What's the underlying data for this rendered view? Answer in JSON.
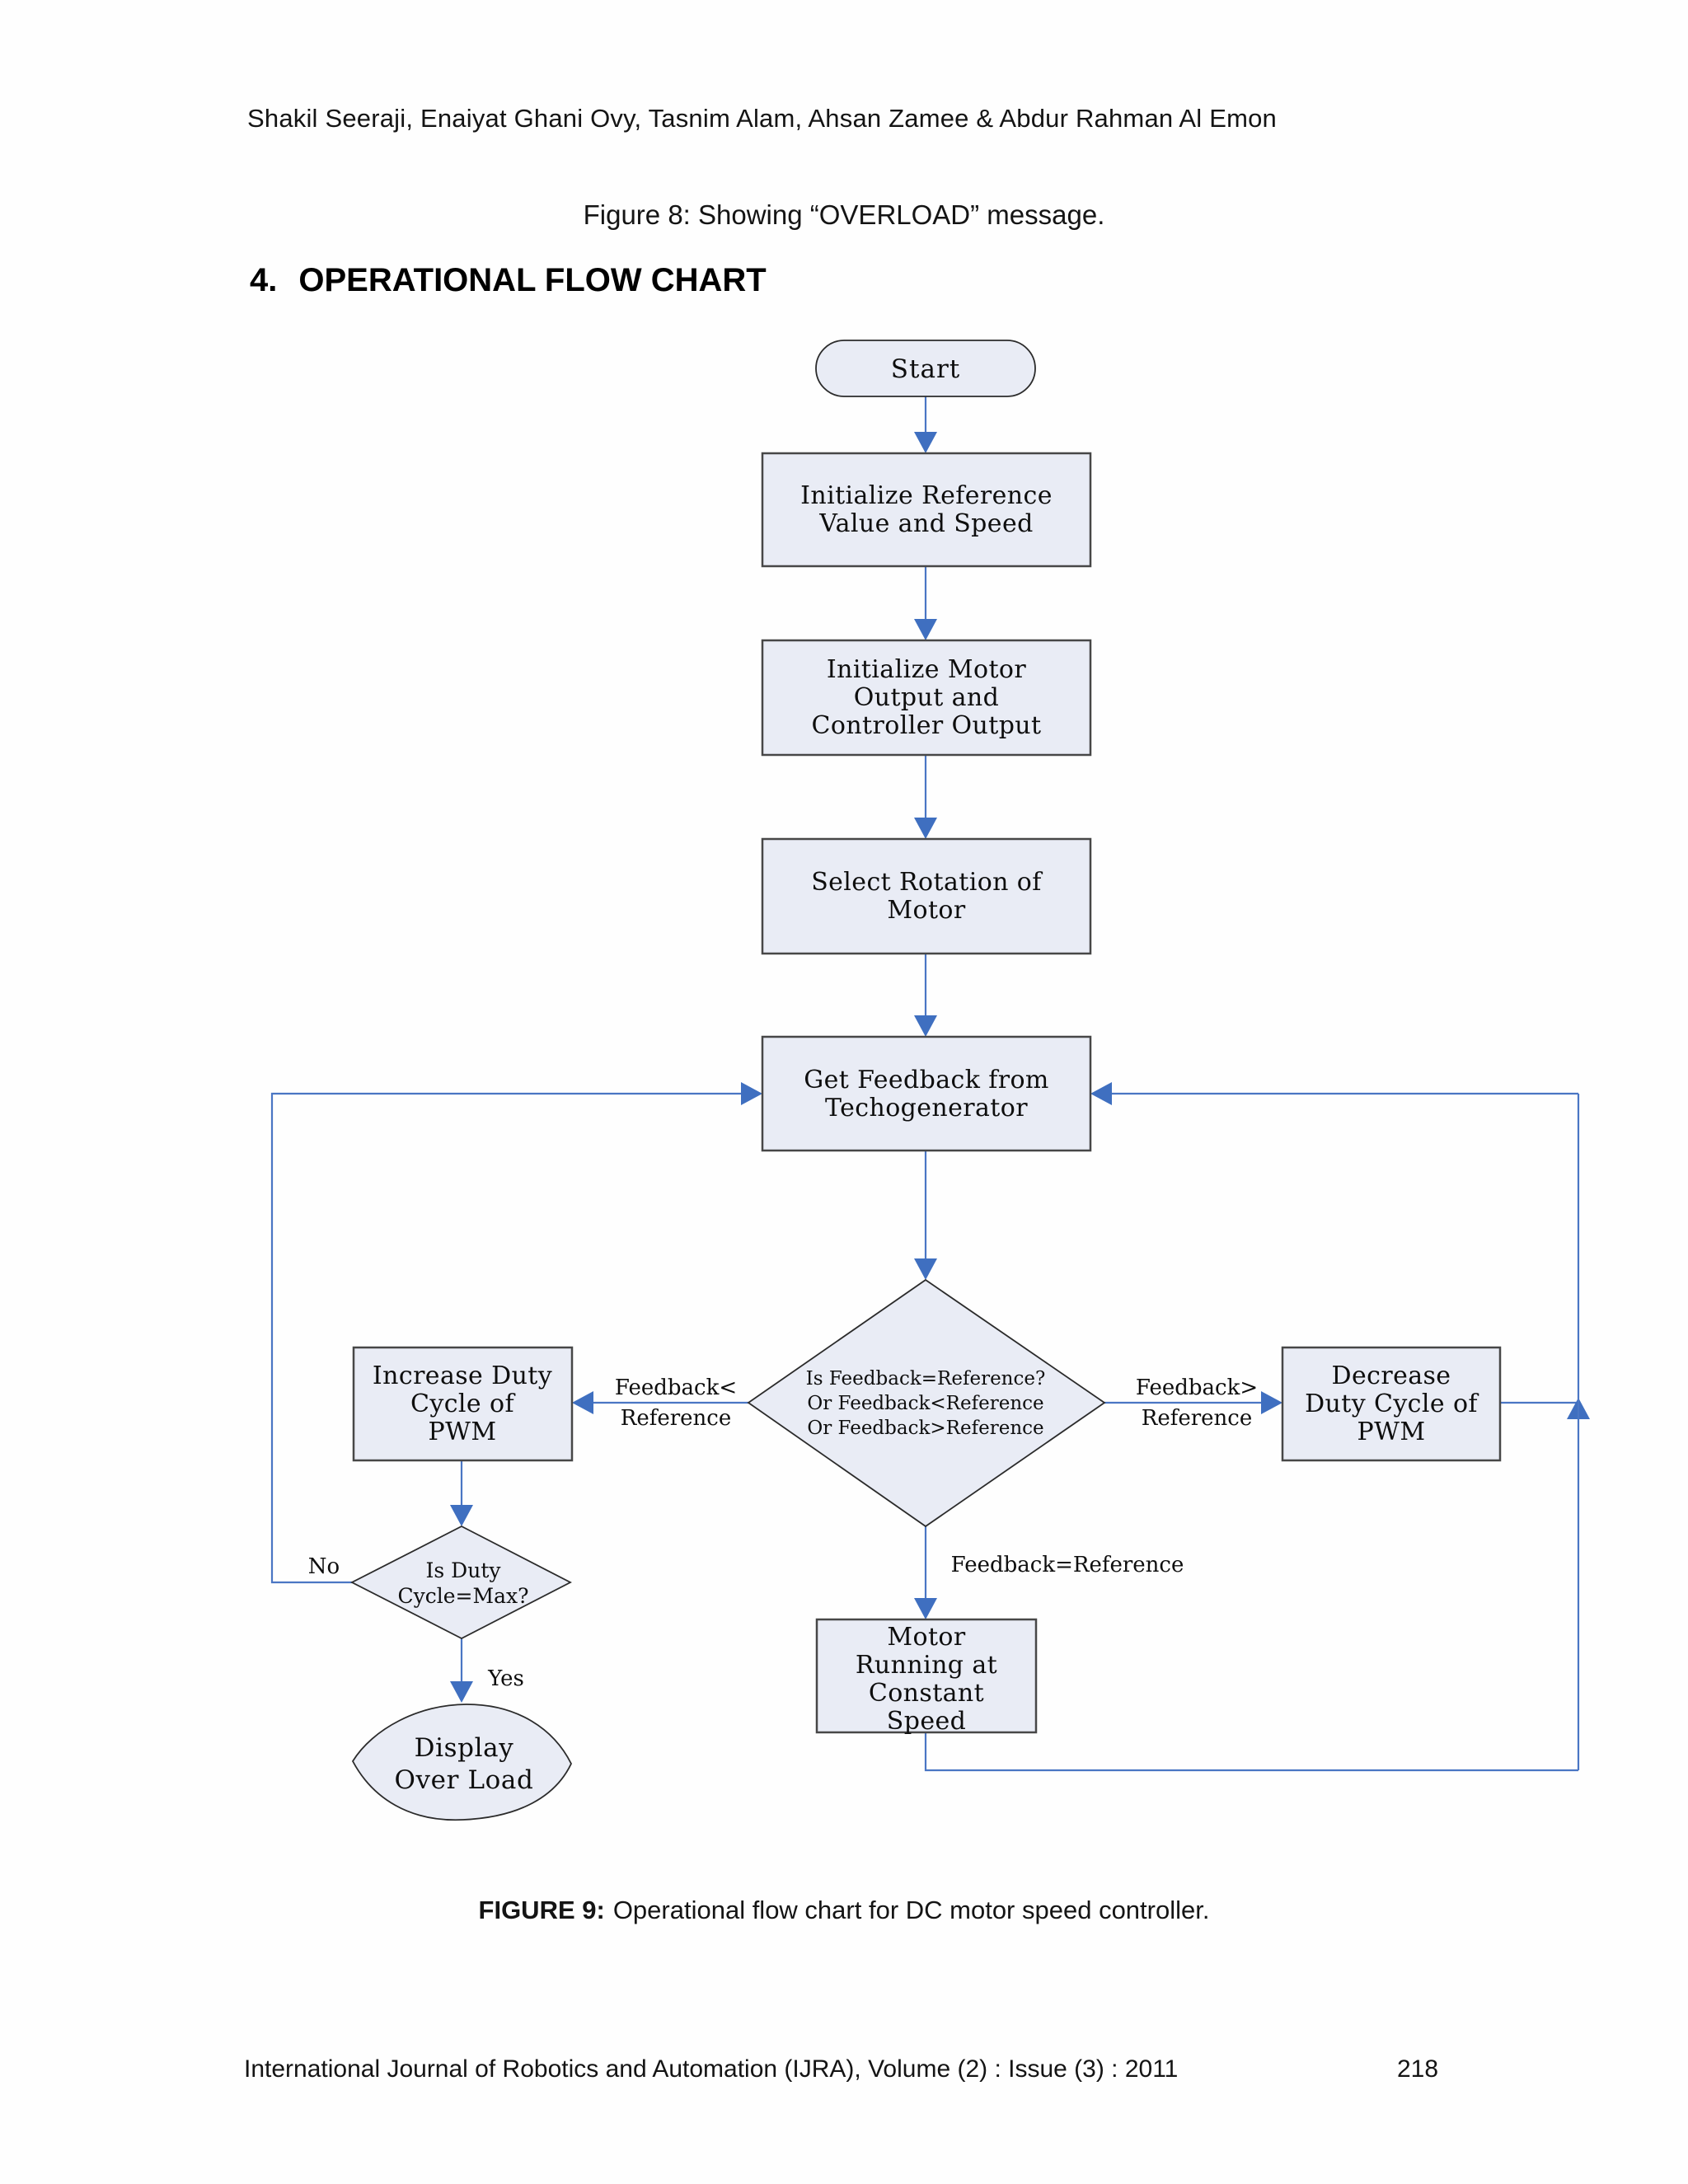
{
  "page": {
    "header": "Shakil Seeraji, Enaiyat Ghani Ovy, Tasnim Alam, Ahsan Zamee & Abdur Rahman Al Emon",
    "figure8_caption": "Figure 8: Showing “OVERLOAD” message.",
    "section_number": "4.",
    "section_title": "OPERATIONAL FLOW CHART",
    "figure9_label": "FIGURE 9:",
    "figure9_text": "Operational flow chart for DC motor speed controller.",
    "footer_left": "International Journal of Robotics and Automation (IJRA), Volume (2) : Issue (3) : 2011",
    "footer_page": "218"
  },
  "flowchart": {
    "colors": {
      "shape_fill": "#e9ecf5",
      "shape_border": "#474747",
      "connector": "#4a76c4",
      "arrowhead": "#3f6fc0"
    },
    "start": {
      "label": "Start"
    },
    "init_reference": {
      "lines": [
        "Initialize Reference",
        "Value and Speed"
      ]
    },
    "init_motor": {
      "lines": [
        "Initialize Motor",
        "Output and",
        "Controller Output"
      ]
    },
    "select_rotation": {
      "lines": [
        "Select Rotation of",
        "Motor"
      ]
    },
    "get_feedback": {
      "lines": [
        "Get Feedback from",
        "Techogenerator"
      ]
    },
    "decision_feedback": {
      "lines": [
        "Is Feedback=Reference?",
        "Or Feedback<Reference",
        "Or Feedback>Reference"
      ]
    },
    "increase_duty": {
      "lines": [
        "Increase Duty",
        "Cycle of",
        "PWM"
      ]
    },
    "decrease_duty": {
      "lines": [
        "Decrease",
        "Duty Cycle of",
        "PWM"
      ]
    },
    "decision_duty": {
      "lines": [
        "Is Duty",
        "Cycle=Max?"
      ]
    },
    "motor_running": {
      "lines": [
        "Motor",
        "Running at",
        "Constant",
        "Speed"
      ]
    },
    "display_overload": {
      "lines": [
        "Display",
        "Over Load"
      ]
    },
    "labels": {
      "feedback_less_1": "Feedback<",
      "feedback_less_2": "Reference",
      "feedback_greater_1": "Feedback>",
      "feedback_greater_2": "Reference",
      "feedback_equal": "Feedback=Reference",
      "no": "No",
      "yes": "Yes"
    }
  }
}
